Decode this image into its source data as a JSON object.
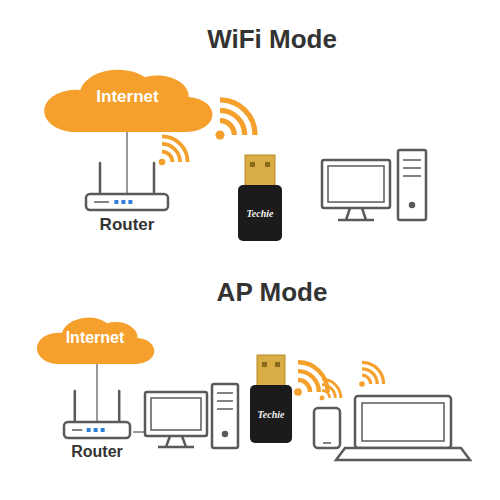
{
  "diagram": {
    "nodes": [
      {
        "text": [
          "Internet"
        ]
      },
      {
        "text": [
          "Router"
        ]
      },
      {
        "text": [
          "Techie"
        ]
      },
      {
        "text": [
          "Internet"
        ]
      },
      {
        "text": [
          "Router"
        ]
      },
      {
        "text": [
          "Techie"
        ]
      }
    ],
    "edges": [
      {
        "from": 0,
        "to": 1,
        "arrow": "none"
      },
      {
        "from": 3,
        "to": 4,
        "arrow": "none"
      }
    ],
    "labels": [
      "WiFi Mode",
      "AP Mode"
    ]
  }
}
